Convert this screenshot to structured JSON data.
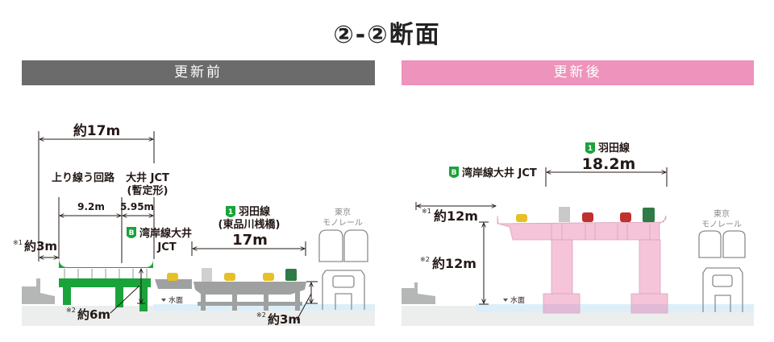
{
  "title": "②-②断面",
  "before": {
    "header": "更新前",
    "total_width": "約17m",
    "detour_label": "上り線う回路",
    "jct_label": "大井 JCT",
    "jct_note": "(暫定形)",
    "detour_width": "9.2m",
    "jct_width": "5.95m",
    "bayshore_badge": "B",
    "bayshore_label": "湾岸線大井",
    "bayshore_label2": "JCT",
    "offset_note": "※1",
    "offset_value": "約3m",
    "haneda_badge": "1",
    "haneda_label": "羽田線",
    "haneda_note": "(東品川桟橋)",
    "haneda_width": "17m",
    "monorail_1": "東京",
    "monorail_2": "モノレール",
    "water_label": "水面",
    "height_note_a": "※2",
    "height_a": "約6m",
    "height_note_b": "※2",
    "height_b": "約3m"
  },
  "after": {
    "header": "更新後",
    "haneda_badge": "1",
    "haneda_label": "羽田線",
    "haneda_width": "18.2m",
    "bayshore_badge": "B",
    "bayshore_label": "湾岸線大井 JCT",
    "offset_note": "※1",
    "offset_value": "約12m",
    "height_note": "※2",
    "height_value": "約12m",
    "monorail_1": "東京",
    "monorail_2": "モノレール",
    "water_label": "水面"
  },
  "colors": {
    "before_header": "#6b6b6b",
    "after_header": "#ee93bb",
    "before_structure": "#1aa33a",
    "existing_structure": "#9fa0a0",
    "after_structure": "#f5c4d8",
    "water": "#dceff9",
    "ground": "#eceeed"
  }
}
